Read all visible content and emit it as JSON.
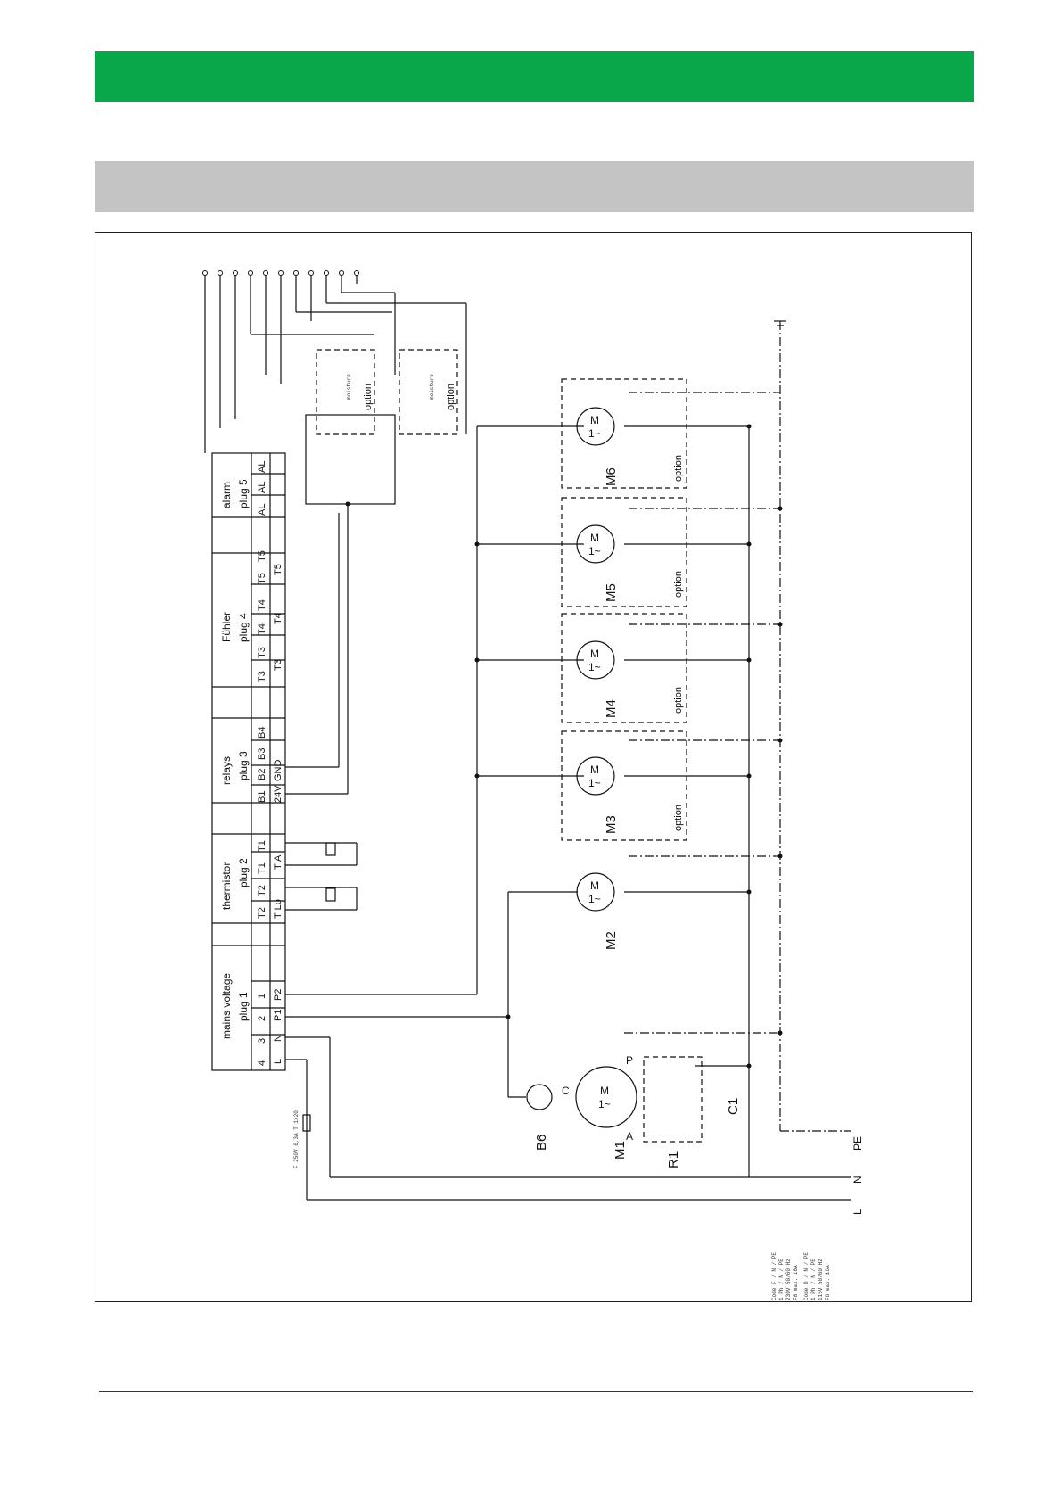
{
  "colors": {
    "header_green": "#0aa64a",
    "section_gray": "#c4c4c4",
    "line": "#111111"
  },
  "diagram": {
    "terminal_block": {
      "groups": [
        {
          "title": "mains voltage",
          "plug": "plug 1",
          "pins": [
            "4",
            "3",
            "2",
            "1"
          ],
          "signals": [
            "L",
            "N",
            "P1",
            "P2"
          ]
        },
        {
          "title": "thermistor",
          "plug": "plug 2",
          "pins": [
            "T2",
            "T2",
            "T1",
            "T1"
          ],
          "signals": [
            "T Lo",
            "T A"
          ]
        },
        {
          "title": "relays",
          "plug": "plug 3",
          "pins": [
            "B1",
            "B2",
            "B3",
            "B4"
          ],
          "signals": [
            "24V",
            "GND"
          ]
        },
        {
          "title": "Fühler",
          "plug": "plug 4",
          "pins": [
            "T3",
            "T3",
            "T4",
            "T4",
            "T5",
            "T5"
          ],
          "signals": [
            "T3",
            "T4",
            "T5"
          ]
        },
        {
          "title": "alarm",
          "plug": "plug 5",
          "pins": [
            "AL",
            "AL",
            "AL"
          ]
        }
      ]
    },
    "motors": [
      {
        "id": "M1",
        "symbol": "M",
        "phase": "1~",
        "pins": [
          "C",
          "A",
          "P"
        ]
      },
      {
        "id": "M2",
        "symbol": "M",
        "phase": "1~"
      },
      {
        "id": "M3",
        "symbol": "M",
        "phase": "1~",
        "note": "option"
      },
      {
        "id": "M4",
        "symbol": "M",
        "phase": "1~",
        "note": "option"
      },
      {
        "id": "M5",
        "symbol": "M",
        "phase": "1~",
        "note": "option"
      },
      {
        "id": "M6",
        "symbol": "M",
        "phase": "1~",
        "note": "option"
      }
    ],
    "components": {
      "b6": "B6",
      "r1": "R1",
      "c1": "C1"
    },
    "moisture_modules": [
      {
        "label": "moisture",
        "note": "option"
      },
      {
        "label": "moisture",
        "note": "option"
      }
    ],
    "supply": {
      "l": "L",
      "n": "N",
      "pe": "PE"
    },
    "fuse_note": "F 250V 6,3A T 1x20",
    "code_note": [
      "Code F  / N / PE",
      "1 Ph / N / PE",
      "230V 50/60 Hz",
      "F8 max. 16A",
      "Code D  / N / PE",
      "1 Ph / N / PE",
      "115V 50/60 Hz",
      "F8 max. 16A"
    ]
  }
}
